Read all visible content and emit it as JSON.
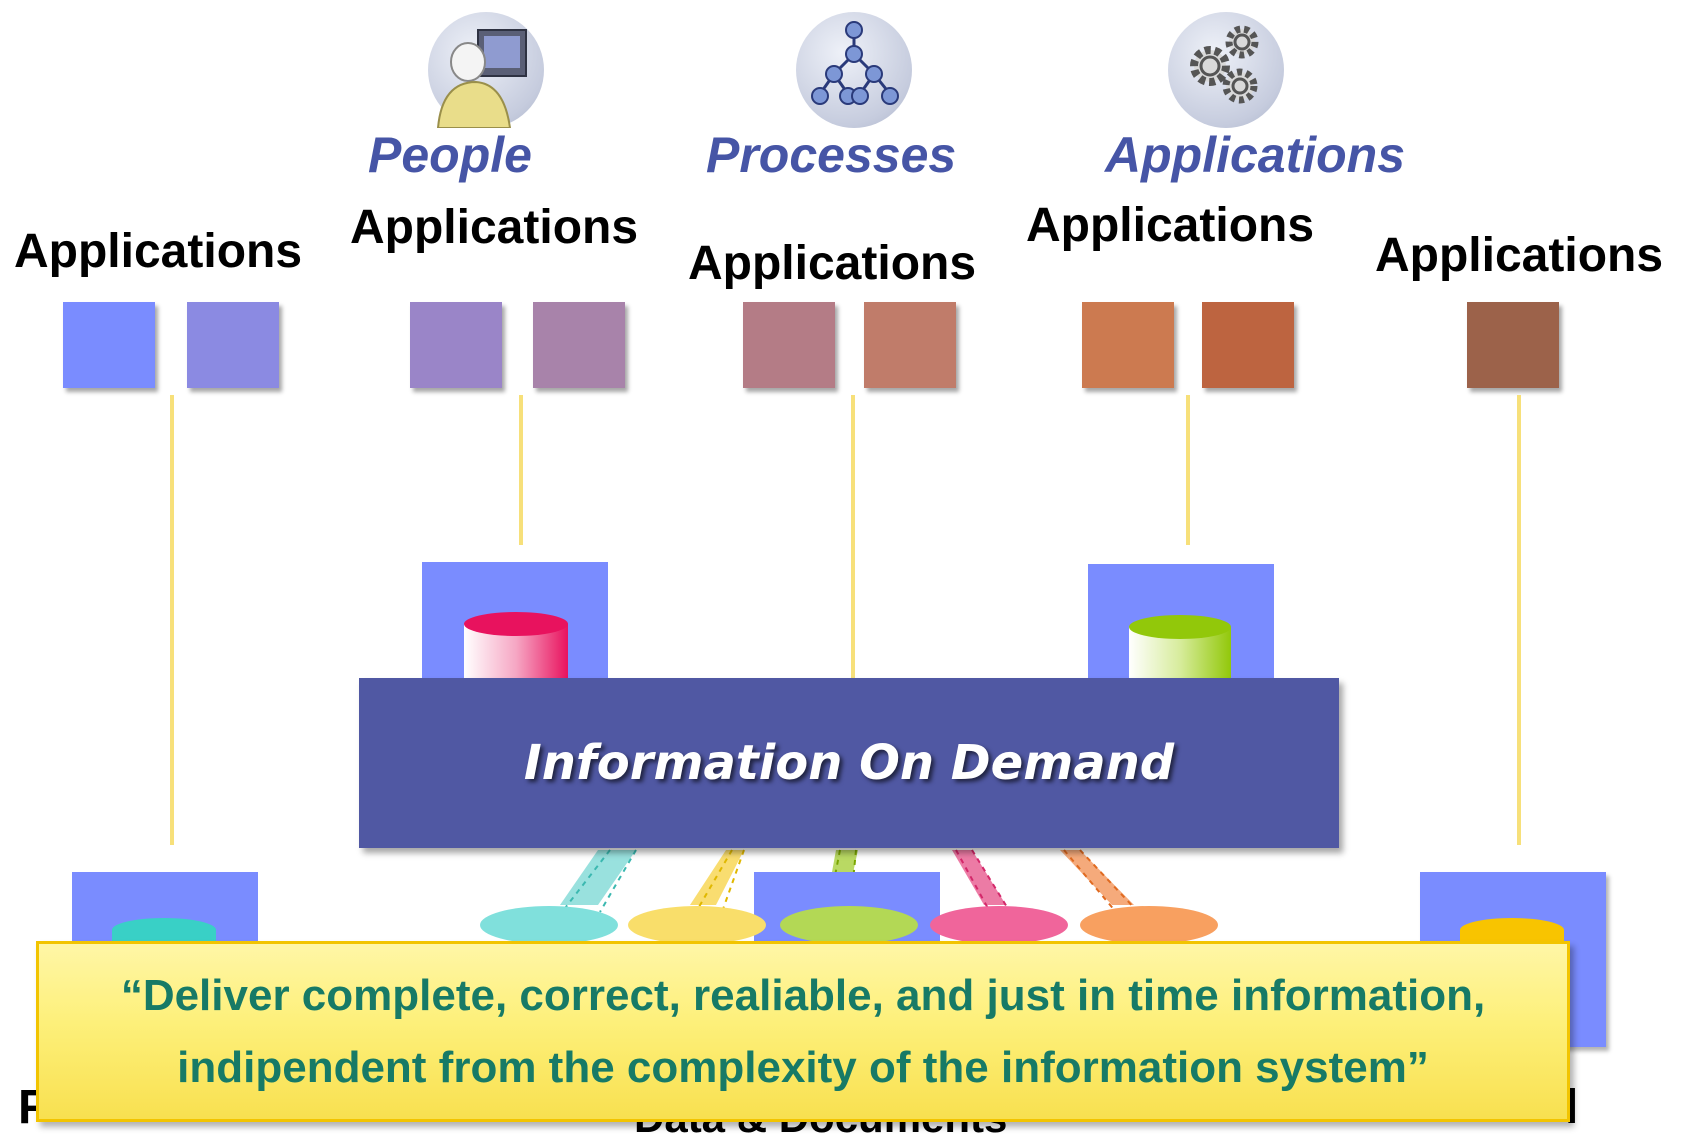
{
  "categories": {
    "people": "People",
    "processes": "Processes",
    "applications": "Applications"
  },
  "app_labels": [
    "Applications",
    "Applications",
    "Applications",
    "Applications",
    "Applications"
  ],
  "icons": [
    "person-at-computer-icon",
    "process-tree-icon",
    "gears-icon"
  ],
  "bar_label": "Information On Demand",
  "quote_lines": [
    "“Deliver complete, correct, realiable, and just in time information,",
    "indipendent  from the complexity of the information system”"
  ],
  "partial_text": {
    "left": "F",
    "bottom": "Data & Documents",
    "right": "l"
  },
  "colors": {
    "category_text": "#4655a6",
    "bar": "#5058a3",
    "banner_text": "#177a66",
    "banner_bg": "#fdf07a",
    "connector": "#f7e07a",
    "squares": [
      "#7a8cff",
      "#8b8ae2",
      "#9a85c8",
      "#a883aa",
      "#b47c86",
      "#c07c6a",
      "#cc7a50",
      "#bd6440",
      "#9c624a"
    ]
  }
}
